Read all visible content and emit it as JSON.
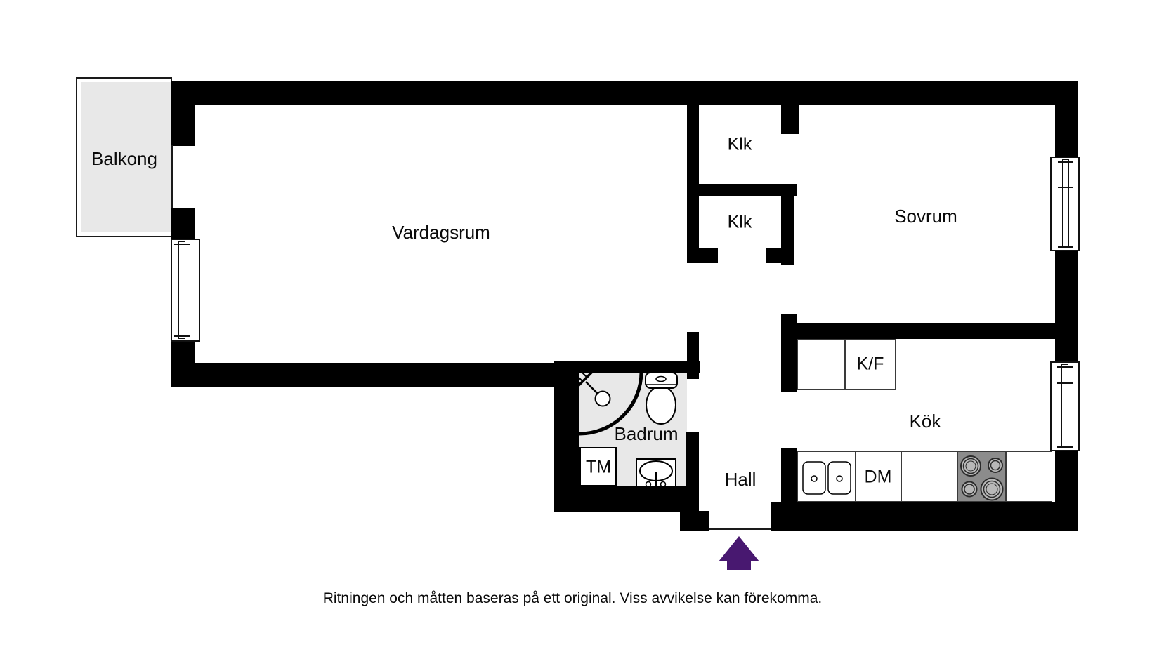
{
  "plan": {
    "rooms": [
      {
        "id": "balkong",
        "label": "Balkong"
      },
      {
        "id": "vardagsrum",
        "label": "Vardagsrum"
      },
      {
        "id": "klk1",
        "label": "Klk"
      },
      {
        "id": "klk2",
        "label": "Klk"
      },
      {
        "id": "sovrum",
        "label": "Sovrum"
      },
      {
        "id": "kok",
        "label": "Kök"
      },
      {
        "id": "badrum",
        "label": "Badrum"
      },
      {
        "id": "hall",
        "label": "Hall"
      }
    ],
    "appliances": [
      {
        "id": "kf",
        "label": "K/F"
      },
      {
        "id": "tm",
        "label": "TM"
      },
      {
        "id": "dm",
        "label": "DM"
      }
    ],
    "footer": {
      "disclaimer": "Ritningen och måtten baseras på ett original. Viss avvikelse kan förekomma."
    },
    "colors": {
      "wall": "#000000",
      "area_fill": "#e8e8e8",
      "stove_fill": "#8c8c8c",
      "arrow": "#481870"
    },
    "icons": [
      "shower-icon",
      "toilet-icon",
      "bath-sink-icon",
      "kitchen-sink-icon",
      "stove-burners-icon",
      "entrance-arrow-icon"
    ]
  }
}
